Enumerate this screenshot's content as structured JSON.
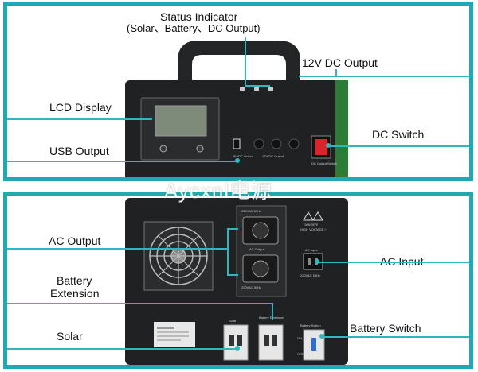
{
  "top_panel": {
    "status_indicator_title": "Status Indicator",
    "status_indicator_sub": "(Solar、Battery、DC Output)",
    "lcd_display": "LCD Display",
    "usb_output": "USB Output",
    "dc12v_output": "12V DC Output",
    "dc_switch": "DC Switch",
    "device_text": {
      "usb": "5V/DC Output",
      "dc": "12V/DC Output",
      "switch": "DC Output Switch"
    }
  },
  "bottom_panel": {
    "ac_output": "AC Output",
    "battery_extension_1": "Battery",
    "battery_extension_2": "Extension",
    "solar": "Solar",
    "ac_input": "AC Input",
    "battery_switch": "Battery Switch",
    "device_text": {
      "outlet_top": "220VAC 50Hz",
      "outlet_mid": "AC Output",
      "outlet_bottom": "220VAC 50Hz",
      "ac_input_label": "AC Input",
      "ac_input_voltage": "220VAC 50Hz",
      "danger": "DANGER!",
      "danger_sub": "HIGH VOLTAGE !",
      "solar_small": "Solar",
      "battery_ext_small": "Battery Extension",
      "battery_switch_small": "Battery Switch",
      "on": "ON",
      "off": "OFF"
    }
  },
  "watermark": "Aycxnl电源",
  "colors": {
    "frame": "#1fa9b5",
    "device": "#1f2122",
    "lcd": "#7e8a7a",
    "switch_red": "#d8242a"
  }
}
